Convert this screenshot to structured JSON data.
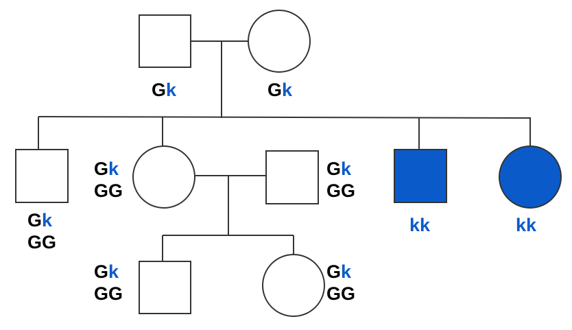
{
  "colors": {
    "affected_fill": "#0a5bc9",
    "unaffected_fill": "#ffffff",
    "line": "#333333",
    "recessive_allele": "#0a5bc9",
    "dominant_allele": "#000000"
  },
  "generation1": {
    "father": {
      "shape": "square",
      "affected": false,
      "genotype_options": [
        [
          "G",
          "k"
        ]
      ]
    },
    "mother": {
      "shape": "circle",
      "affected": false,
      "genotype_options": [
        [
          "G",
          "k"
        ]
      ]
    }
  },
  "generation2": {
    "son1": {
      "shape": "square",
      "affected": false,
      "genotype_options": [
        [
          "G",
          "k"
        ],
        [
          "G",
          "G"
        ]
      ]
    },
    "daughter": {
      "shape": "circle",
      "affected": false,
      "genotype_options": [
        [
          "G",
          "k"
        ],
        [
          "G",
          "G"
        ]
      ]
    },
    "spouse": {
      "shape": "square",
      "affected": false,
      "genotype_options": [
        [
          "G",
          "k"
        ],
        [
          "G",
          "G"
        ]
      ]
    },
    "son2": {
      "shape": "square",
      "affected": true,
      "genotype_options": [
        [
          "k",
          "k"
        ]
      ]
    },
    "daughter2": {
      "shape": "circle",
      "affected": true,
      "genotype_options": [
        [
          "k",
          "k"
        ]
      ]
    }
  },
  "generation3": {
    "son": {
      "shape": "square",
      "affected": false,
      "genotype_options": [
        [
          "G",
          "k"
        ],
        [
          "G",
          "G"
        ]
      ]
    },
    "daughter": {
      "shape": "circle",
      "affected": false,
      "genotype_options": [
        [
          "G",
          "k"
        ],
        [
          "G",
          "G"
        ]
      ]
    }
  }
}
